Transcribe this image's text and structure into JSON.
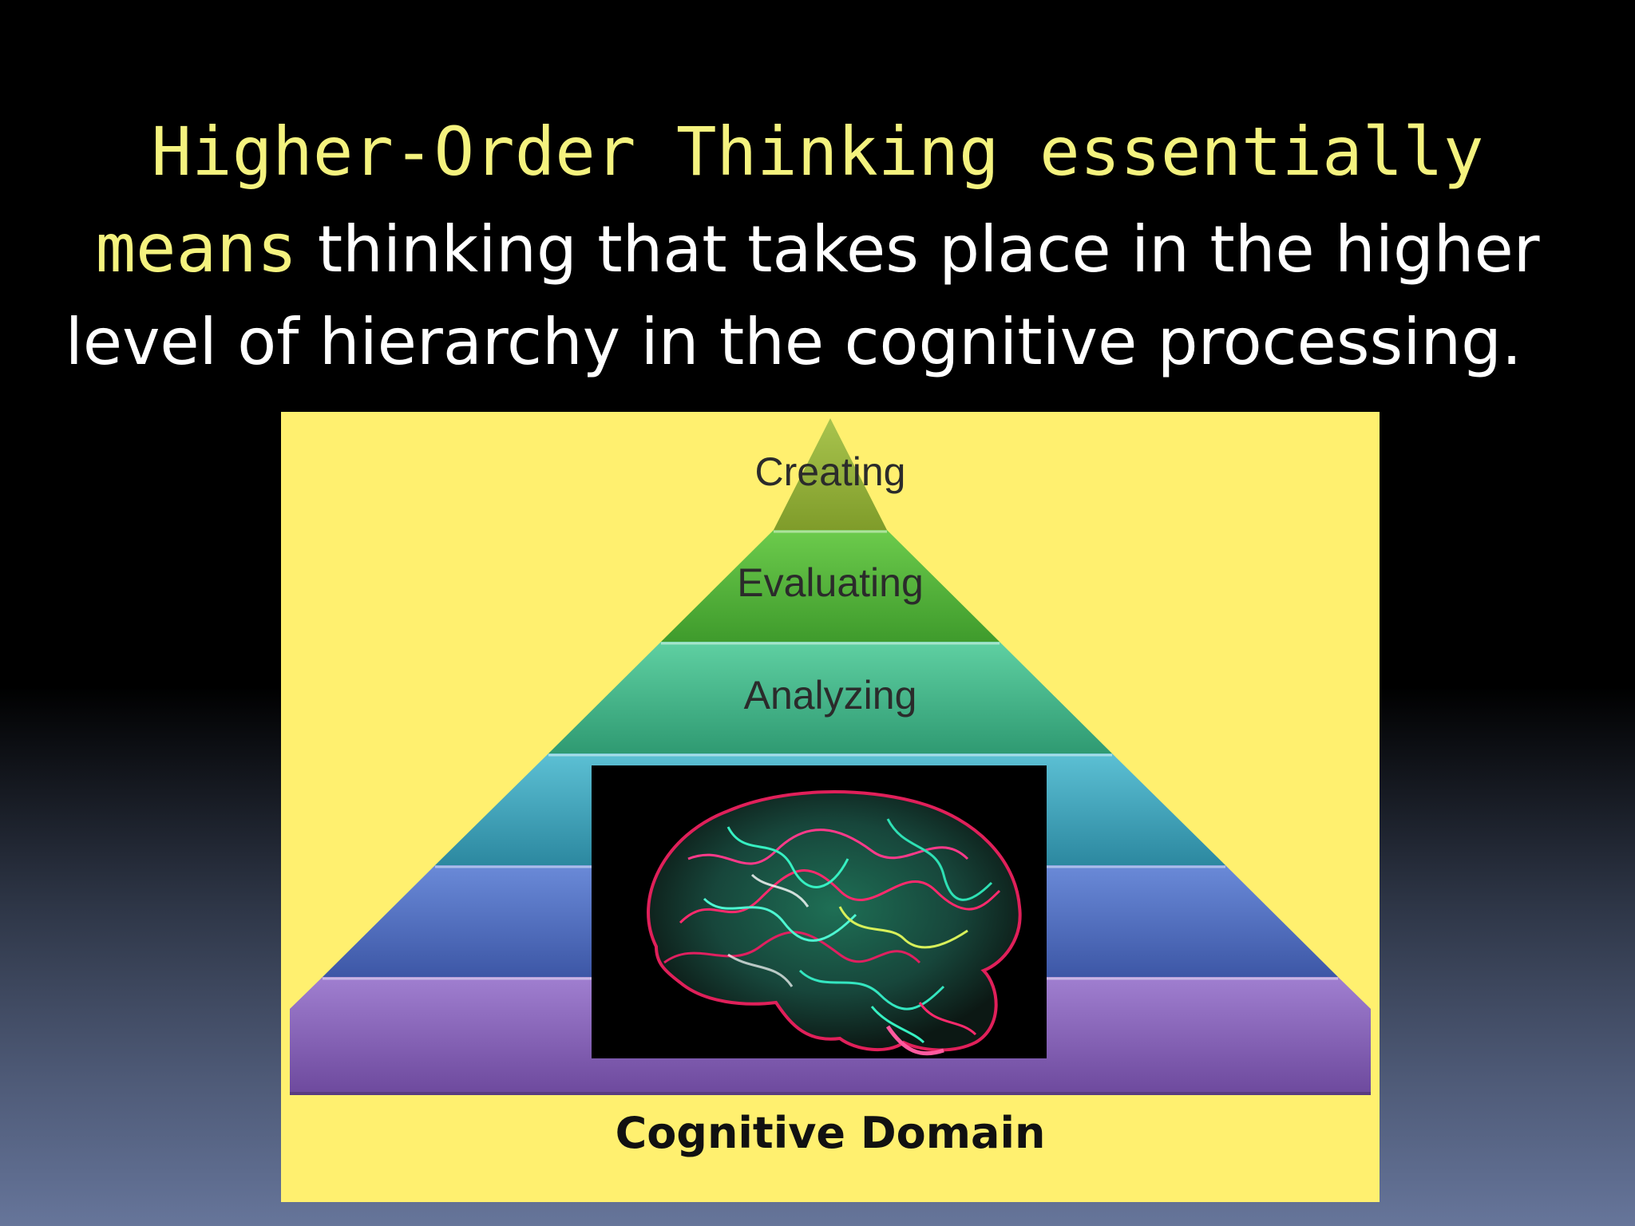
{
  "heading": {
    "highlight_line1": "Higher-Order Thinking essentially",
    "highlight_line2": "means",
    "body_line2": " thinking that takes place in the higher",
    "body_line3": "level of hierarchy in the cognitive processing."
  },
  "pyramid": {
    "tiers": [
      {
        "label": "Creating",
        "color": "#97b43a"
      },
      {
        "label": "Evaluating",
        "color": "#5fb53d"
      },
      {
        "label": "Analyzing",
        "color": "#3fae87"
      },
      {
        "label": "",
        "color": "#3f9fb3"
      },
      {
        "label": "",
        "color": "#4f6fbe"
      },
      {
        "label": "",
        "color": "#8765b8"
      }
    ],
    "caption": "Cognitive Domain",
    "background_color": "#fff06f"
  },
  "brain_image_icon": "brain-image-icon"
}
